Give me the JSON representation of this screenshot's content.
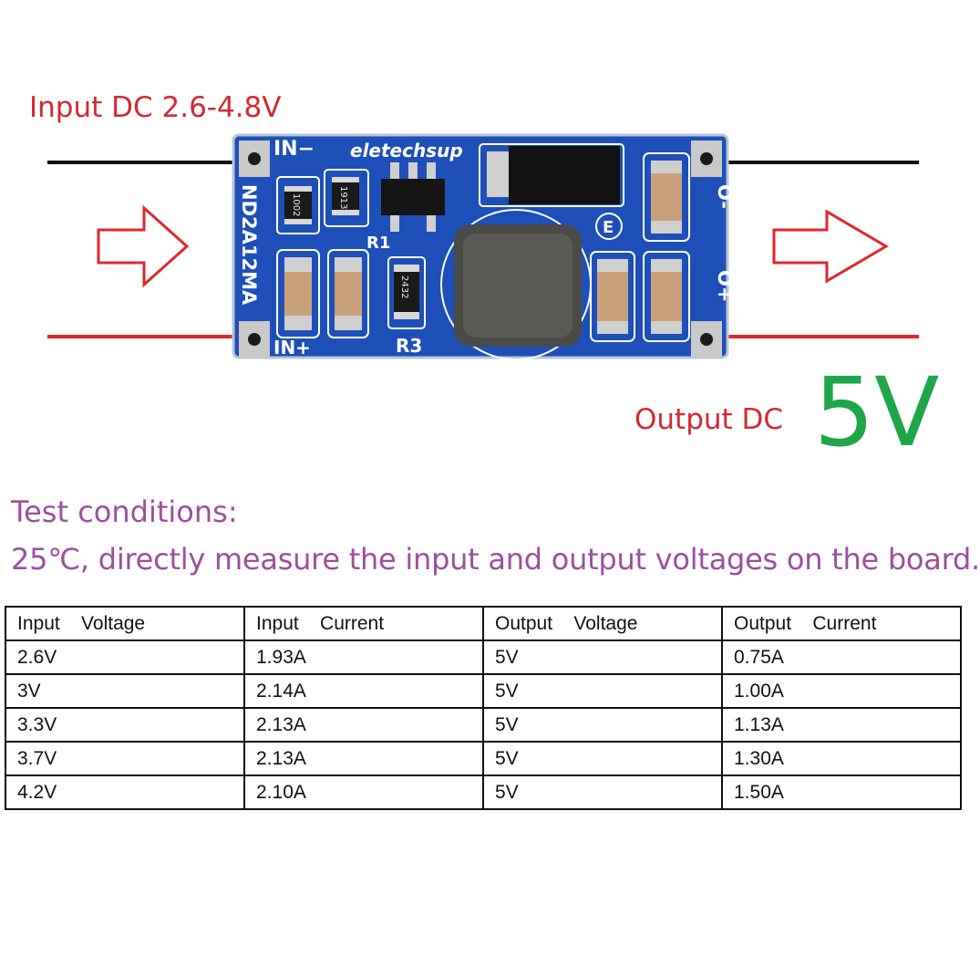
{
  "header": {
    "input_label": "Input DC 2.6-4.8V",
    "output_label": "Output DC",
    "output_voltage": "5V"
  },
  "board": {
    "silkscreen_brand": "eletechsup",
    "model": "ND2A12MA",
    "pin_in_minus": "IN−",
    "pin_in_plus": "IN+",
    "pin_out_minus": "O-",
    "pin_out_plus": "O+",
    "r1_label": "R1",
    "r3_label": "R3",
    "resistor_1002": "1002",
    "resistor_1913": "1913",
    "resistor_2432": "2432",
    "e_mark": "E"
  },
  "test": {
    "title": "Test conditions:",
    "description": "25℃, directly measure the input and output voltages on the board."
  },
  "table": {
    "headers": [
      "Input    Voltage",
      "Input    Current",
      "Output    Voltage",
      "Output    Current"
    ],
    "rows": [
      [
        "2.6V",
        "1.93A",
        "5V",
        "0.75A"
      ],
      [
        "3V",
        "2.14A",
        "5V",
        "1.00A"
      ],
      [
        "3.3V",
        "2.13A",
        "5V",
        "1.13A"
      ],
      [
        "3.7V",
        "2.13A",
        "5V",
        "1.30A"
      ],
      [
        "4.2V",
        "2.10A",
        "5V",
        "1.50A"
      ]
    ]
  },
  "colors": {
    "label_red": "#d42a2f",
    "voltage_green": "#1fa64a",
    "conditions_purple": "#9c4f9f",
    "pcb_blue": "#1f4fb8",
    "wire_black": "#111111",
    "wire_red": "#e3262b"
  }
}
